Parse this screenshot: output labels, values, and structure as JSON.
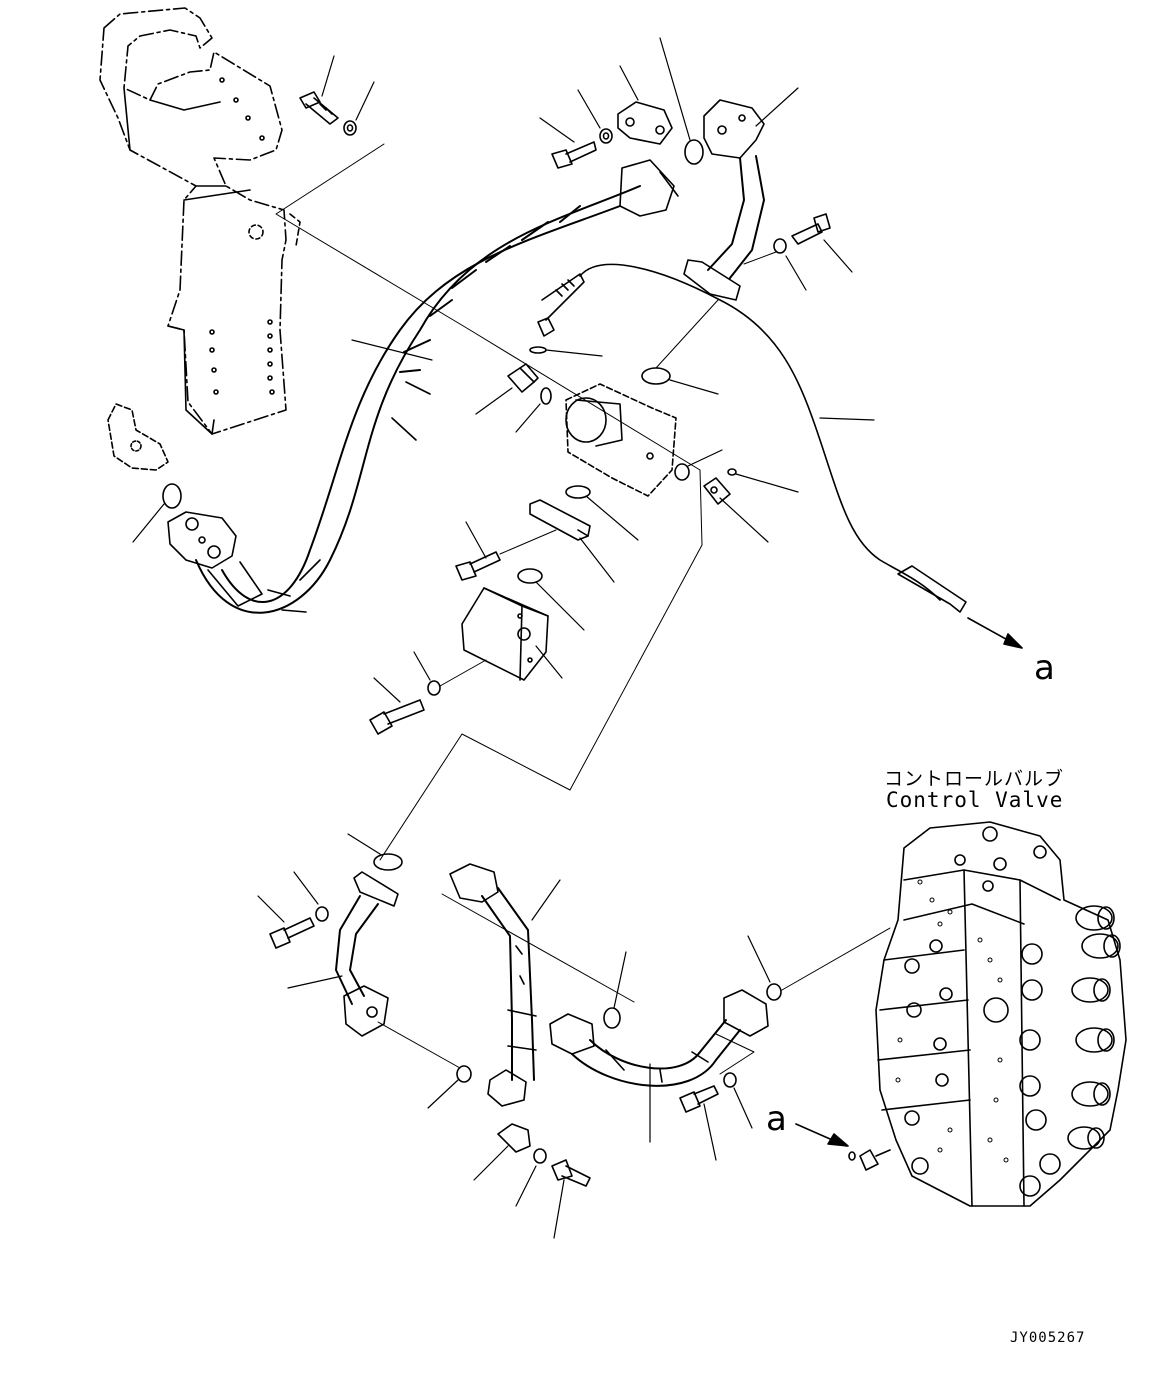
{
  "labels": {
    "control_valve_ja": "コントロールバルブ",
    "control_valve_en": "Control Valve",
    "ref_a_top": "a",
    "ref_a_bottom": "a",
    "figure_id": "JY005267"
  },
  "colors": {
    "line": "#000000",
    "background": "#ffffff"
  }
}
